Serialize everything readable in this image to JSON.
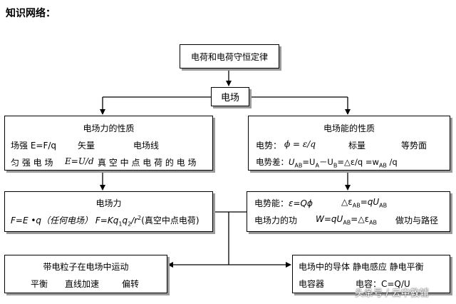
{
  "heading": "知识网络：",
  "top_box": "电荷和电荷守恒定律",
  "field_box": "电场",
  "force_props": {
    "title": "电场力的性质",
    "row1": [
      "场强 E=F/q",
      "矢量",
      "电场线"
    ],
    "row2": [
      "匀 强 电 场",
      "E=U/d",
      "真 空 中 点 电 荷 的 电 场"
    ]
  },
  "energy_props": {
    "title": "电场能的性质",
    "row1": [
      "电势：",
      "ϕ = ε/q",
      "标量",
      "等势面"
    ],
    "row2": [
      "电势差：",
      "U",
      "AB",
      "=U",
      "A",
      "－U",
      "B",
      "=△ε/q =w",
      "AB",
      " /q"
    ]
  },
  "force_box": {
    "title": "电场力",
    "formula1": "F=E •q（任何电场）",
    "formula2_prefix": "F=Kq",
    "formula2_sub1": "1",
    "formula2_mid": "q",
    "formula2_sub2": "2",
    "formula2_mid2": "/r",
    "formula2_sup": "2",
    "formula2_suffix": "(真空中点电荷)"
  },
  "energy_box": {
    "row1_label": "电势能：",
    "row1_f1": "ε=Qϕ",
    "row1_f2_a": "△ε",
    "row1_f2_sub": "AB",
    "row1_f2_b": "=qU",
    "row1_f2_sub2": "AB",
    "row2_label": "电场力的功",
    "row2_f": "W=qU",
    "row2_f_sub": "AB",
    "row2_f_b": "=△ε",
    "row2_f_sub2": "AB",
    "row2_tail": "做功与路径"
  },
  "particle_box": {
    "title": "带电粒子在电场中运动",
    "items": [
      "平衡",
      "直线加速",
      "偏转"
    ]
  },
  "conductor_box": {
    "row1": "电场中的导体 静电感应 静电平衡",
    "row2_label": "电容器",
    "row2_formula": "电容：C=Q/U"
  },
  "watermark": "头条号 / 云中教辅"
}
